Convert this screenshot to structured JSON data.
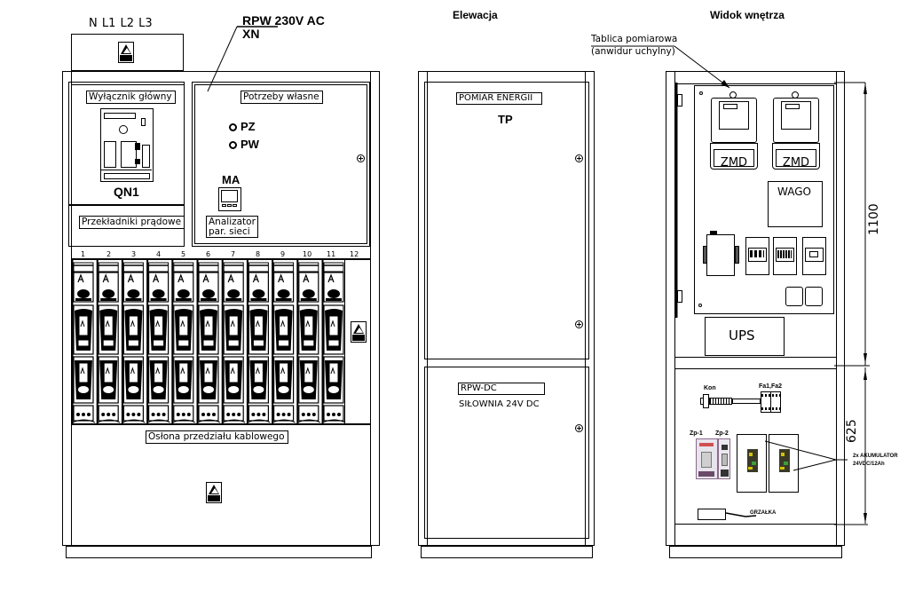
{
  "front_view": {
    "phase_labels": "N  L1  L2  L3",
    "callout_title": "RPW 230V AC",
    "callout_code": "XN",
    "main_switch_label": "Wyłącznik główny",
    "main_switch_code": "QN1",
    "current_transformers_label": "Przekładniki prądowe",
    "own_needs_label": "Potrzeby własne",
    "lamps": [
      {
        "code": "PZ"
      },
      {
        "code": "PW"
      }
    ],
    "analyzer_code": "MA",
    "analyzer_label_line1": "Analizator",
    "analyzer_label_line2": "par. sieci",
    "fuse_column_numbers": [
      "1",
      "2",
      "3",
      "4",
      "5",
      "6",
      "7",
      "8",
      "9",
      "10",
      "11",
      "12"
    ],
    "cable_cover_label": "Osłona przedziału kablowego",
    "icons": [
      "high-voltage-warning-icon",
      "high-voltage-warning-icon",
      "high-voltage-warning-icon"
    ]
  },
  "elevation_view": {
    "title": "Elewacja",
    "upper_label": "POMIAR ENERGII",
    "upper_code": "TP",
    "lower_label": "RPW-DC",
    "lower_subtitle": "SIŁOWNIA 24V DC"
  },
  "interior_view": {
    "title": "Widok wnętrza",
    "callout_line1": "Tablica pomiarowa",
    "callout_line2": "(anwidur uchylny)",
    "meters": [
      {
        "label": "ZMD"
      },
      {
        "label": "ZMD"
      }
    ],
    "wago_label": "WAGO",
    "ups_label": "UPS",
    "dimension_upper": "1100",
    "dimension_lower": "625",
    "kon_label": "Kon",
    "fuse_label": "Fa1,Fa2",
    "zp1_label": "Zp-1",
    "zp2_label": "Zp-2",
    "battery_line1": "2x AKUMULATOR",
    "battery_line2": "24VDC/12Ah",
    "heater_label": "GRZAŁKA"
  }
}
